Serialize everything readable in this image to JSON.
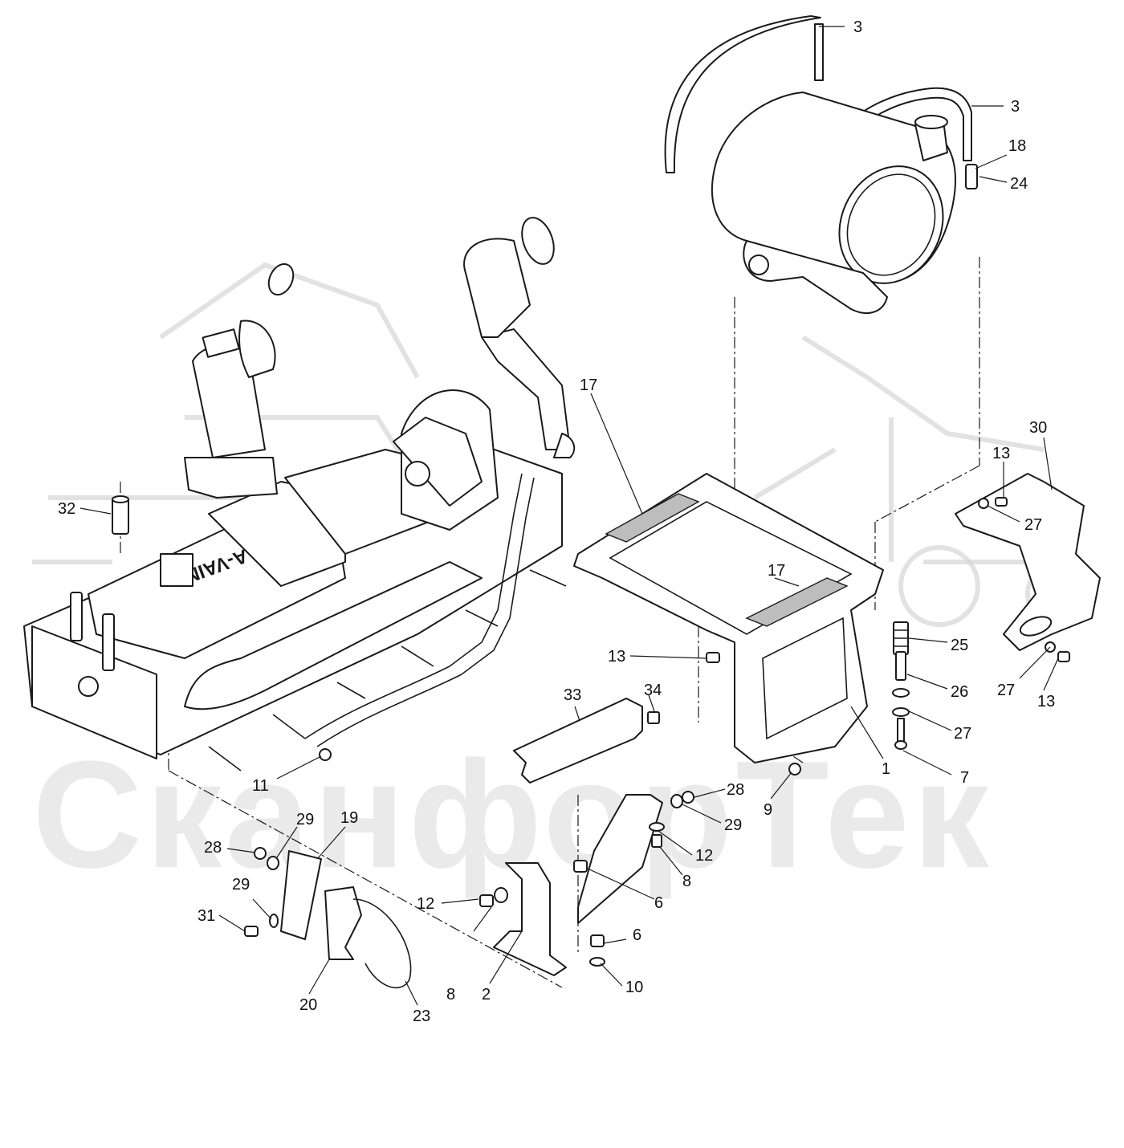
{
  "watermark": {
    "text": "СканфорТек"
  },
  "engine": {
    "brand_label": "A-VAINO"
  },
  "callouts": [
    {
      "id": "c3a",
      "label": "3"
    },
    {
      "id": "c3b",
      "label": "3"
    },
    {
      "id": "c18",
      "label": "18"
    },
    {
      "id": "c24",
      "label": "24"
    },
    {
      "id": "c17a",
      "label": "17"
    },
    {
      "id": "c17b",
      "label": "17"
    },
    {
      "id": "c30",
      "label": "30"
    },
    {
      "id": "c13a",
      "label": "13"
    },
    {
      "id": "c27a",
      "label": "27"
    },
    {
      "id": "c32",
      "label": "32"
    },
    {
      "id": "c25",
      "label": "25"
    },
    {
      "id": "c13b",
      "label": "13"
    },
    {
      "id": "c26",
      "label": "26"
    },
    {
      "id": "c27b",
      "label": "27"
    },
    {
      "id": "c13c",
      "label": "13"
    },
    {
      "id": "c27c",
      "label": "27"
    },
    {
      "id": "c33",
      "label": "33"
    },
    {
      "id": "c34",
      "label": "34"
    },
    {
      "id": "c1",
      "label": "1"
    },
    {
      "id": "c7",
      "label": "7"
    },
    {
      "id": "c11",
      "label": "11"
    },
    {
      "id": "c9",
      "label": "9"
    },
    {
      "id": "c28a",
      "label": "28"
    },
    {
      "id": "c29a",
      "label": "29"
    },
    {
      "id": "c29b",
      "label": "29"
    },
    {
      "id": "c19",
      "label": "19"
    },
    {
      "id": "c28b",
      "label": "28"
    },
    {
      "id": "c12a",
      "label": "12"
    },
    {
      "id": "c8a",
      "label": "8"
    },
    {
      "id": "c29c",
      "label": "29"
    },
    {
      "id": "c12b",
      "label": "12"
    },
    {
      "id": "c6a",
      "label": "6"
    },
    {
      "id": "c31",
      "label": "31"
    },
    {
      "id": "c6b",
      "label": "6"
    },
    {
      "id": "c10",
      "label": "10"
    },
    {
      "id": "c8b",
      "label": "8"
    },
    {
      "id": "c2",
      "label": "2"
    },
    {
      "id": "c20",
      "label": "20"
    },
    {
      "id": "c23",
      "label": "23"
    }
  ]
}
